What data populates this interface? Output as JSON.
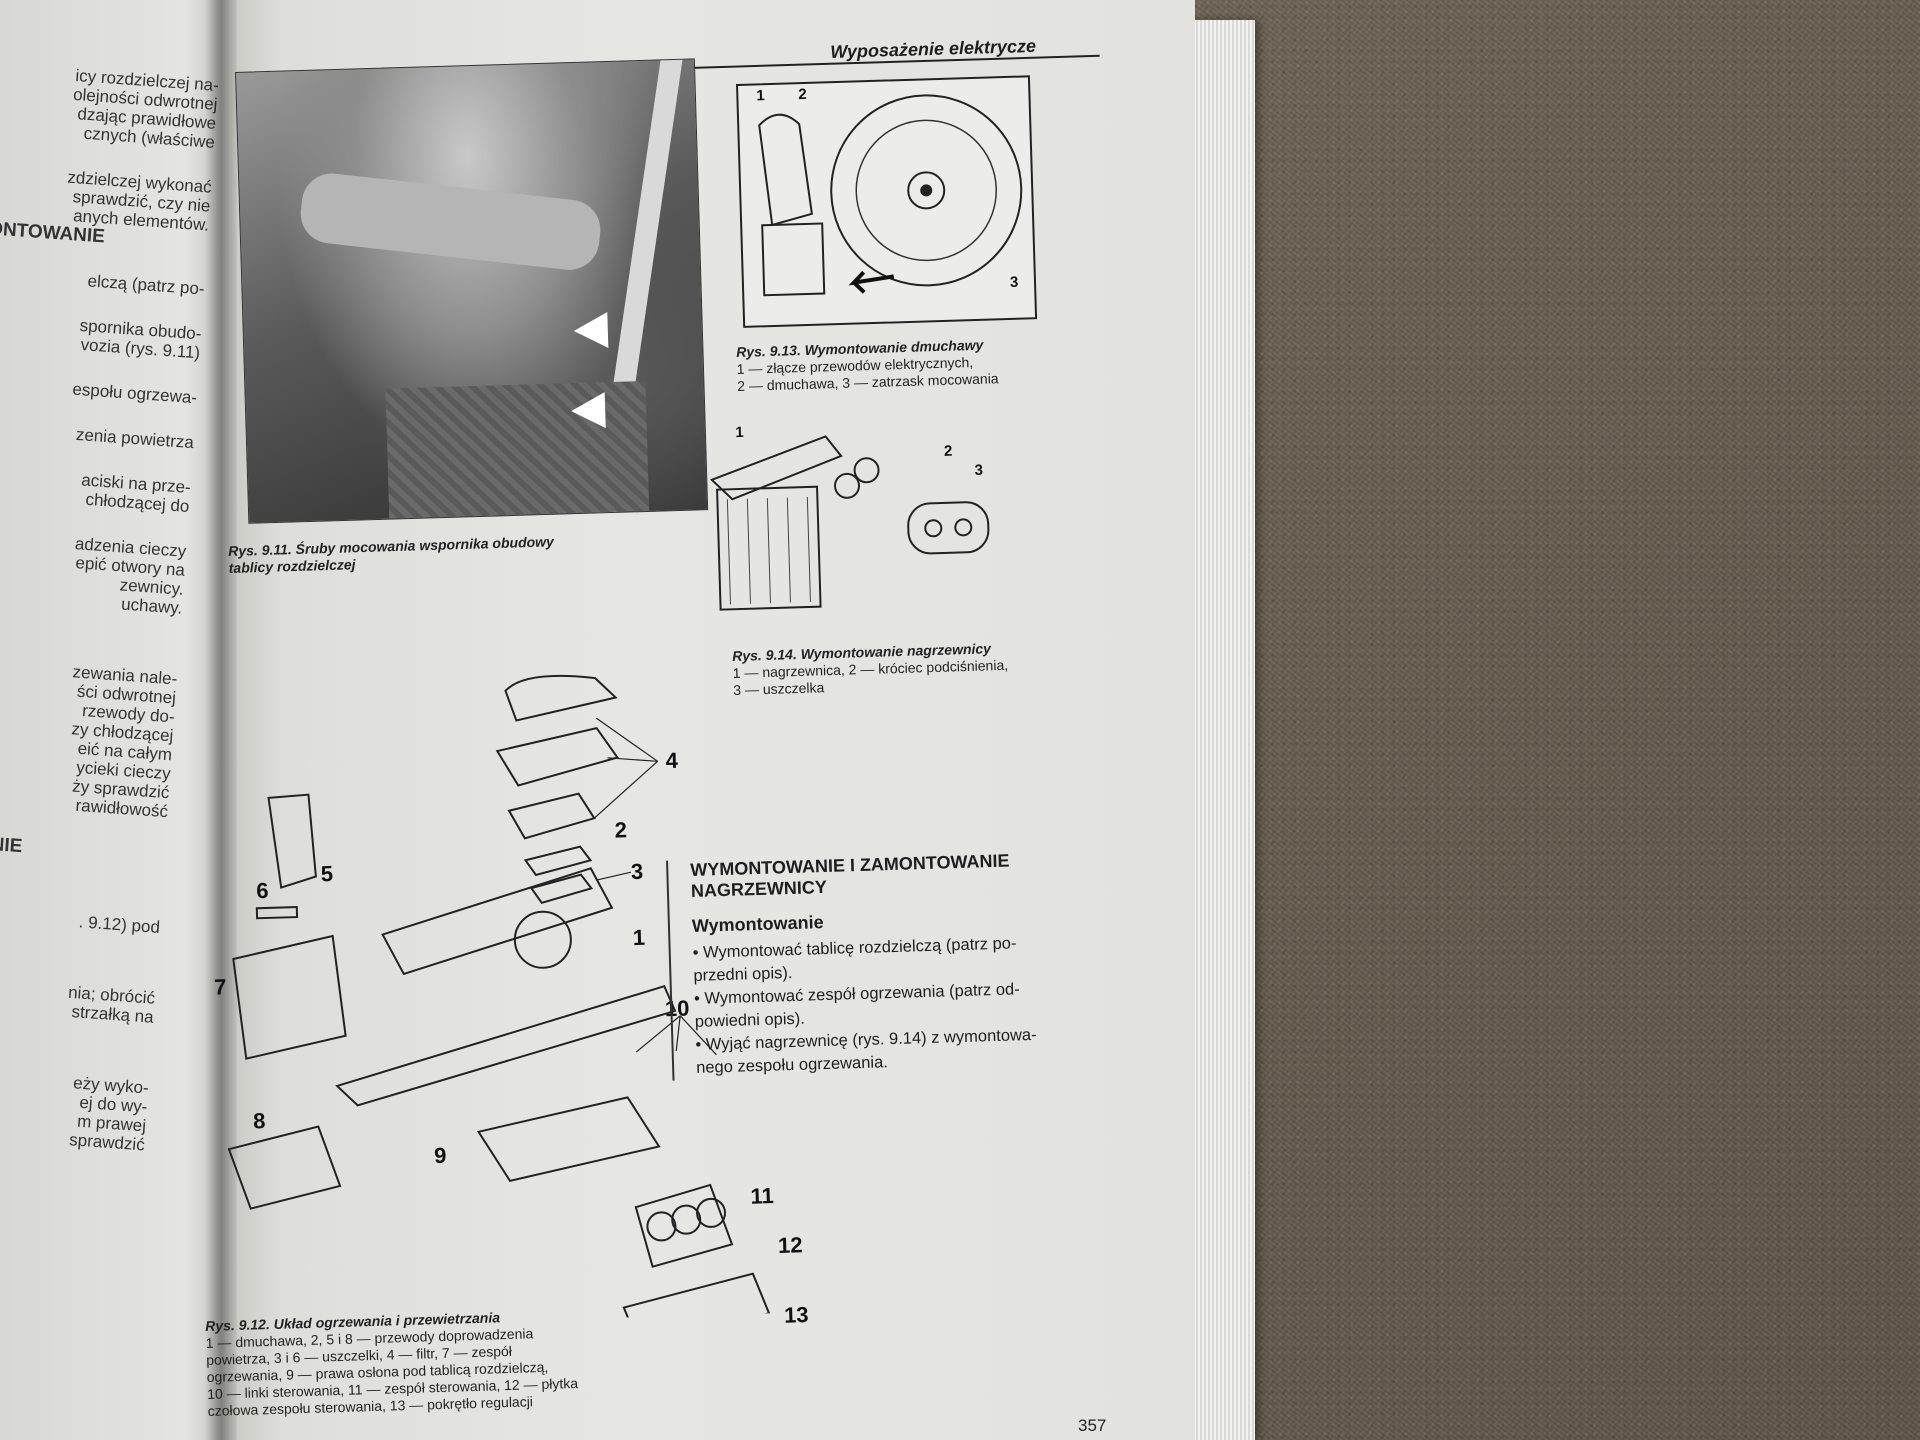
{
  "left_page": {
    "lines_1": [
      "icy rozdzielczej na-",
      "olejności odwrotnej",
      "dzając prawidłowe",
      "cznych (właściwe"
    ],
    "lines_2": [
      "zdzielczej wykonać",
      "sprawdzić, czy nie",
      "anych elementów."
    ],
    "heading_1": "ONTOWANIE",
    "lines_3": [
      "elczą (patrz po-"
    ],
    "lines_4": [
      "spornika obudo-",
      "vozia (rys. 9.11)"
    ],
    "lines_5": [
      "espołu ogrzewa-"
    ],
    "lines_6": [
      "zenia powietrza"
    ],
    "lines_7": [
      "aciski na prze-",
      "chłodzącej do"
    ],
    "lines_8": [
      "adzenia cieczy",
      "epić otwory na",
      "zewnicy.",
      "uchawy."
    ],
    "lines_9": [
      "zewania nale-",
      "ści odwrotnej",
      "rzewody do-",
      "zy chłodzącej",
      "eić na całym",
      "ycieki cieczy",
      "ży sprawdzić",
      "rawidłowość"
    ],
    "heading_2": "OWANIE",
    "lines_10": [
      ". 9.12) pod"
    ],
    "lines_11": [
      "nia; obrócić",
      "strzałką na"
    ],
    "lines_12": [
      "eży wyko-",
      "ej do wy-",
      "m prawej",
      "sprawdzić"
    ]
  },
  "running_head": "Wyposażenie elektrycze",
  "fig_9_11": {
    "title": "Rys. 9.11. Śruby mocowania wspornika obudowy",
    "title_2": "tablicy rozdzielczej"
  },
  "fig_9_13": {
    "labels": [
      "1",
      "2",
      "3"
    ],
    "title": "Rys. 9.13. Wymontowanie dmuchawy",
    "desc_1": "1 — złącze przewodów elektrycznych,",
    "desc_2": "2 — dmuchawa, 3 — zatrzask mocowania"
  },
  "fig_9_14": {
    "labels": [
      "1",
      "2",
      "3"
    ],
    "title": "Rys. 9.14. Wymontowanie nagrzewnicy",
    "desc_1": "1 — nagrzewnica, 2 — króciec podciśnienia,",
    "desc_2": "3 — uszczelka"
  },
  "fig_9_12": {
    "labels": [
      "1",
      "2",
      "3",
      "4",
      "5",
      "6",
      "7",
      "8",
      "9",
      "10",
      "11",
      "12",
      "13"
    ],
    "title": "Rys. 9.12. Układ ogrzewania i przewietrzania",
    "desc_1": "1 — dmuchawa, 2, 5 i 8 — przewody doprowadzenia",
    "desc_2": "powietrza, 3 i 6 — uszczelki, 4 — filtr, 7 — zespół",
    "desc_3": "ogrzewania, 9 — prawa osłona pod tablicą rozdzielczą,",
    "desc_4": "10 — linki sterowania, 11 — zespół sterowania, 12 — płytka",
    "desc_5": "czołowa zespołu sterowania, 13 — pokrętło regulacji"
  },
  "section": {
    "heading_1": "WYMONTOWANIE I ZAMONTOWANIE",
    "heading_2": "NAGRZEWNICY",
    "subheading": "Wymontowanie",
    "bullets": [
      "• Wymontować tablicę rozdzielczą (patrz po-",
      "przedni opis).",
      "• Wymontować zespół ogrzewania (patrz od-",
      "powiedni opis).",
      "• Wyjąć nagrzewnicę (rys. 9.14) z wymontowa-",
      "nego zespołu ogrzewania."
    ]
  },
  "page_number": "357"
}
